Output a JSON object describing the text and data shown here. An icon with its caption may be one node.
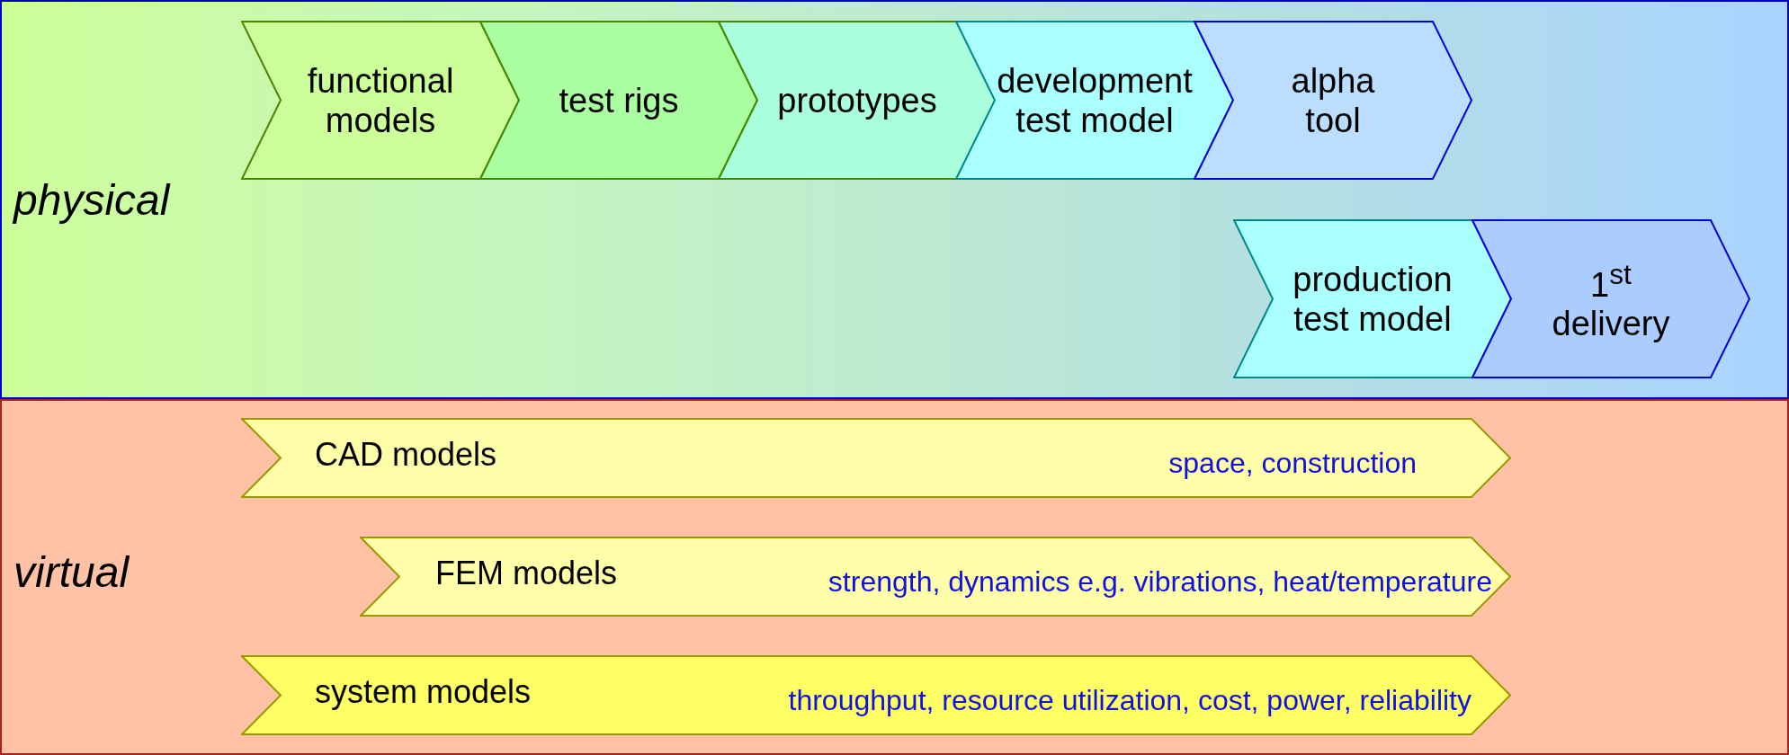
{
  "diagram": {
    "nodes": [
      {
        "text": [
          "physical"
        ]
      },
      {
        "text": [
          "functional models"
        ],
        "in": 0
      },
      {
        "text": [
          "test rigs"
        ],
        "in": 0
      },
      {
        "text": [
          "prototypes"
        ],
        "in": 0
      },
      {
        "text": [
          "development test model"
        ],
        "in": 0
      },
      {
        "text": [
          "alpha tool"
        ],
        "in": 0
      },
      {
        "text": [
          "production test model"
        ],
        "in": 0
      },
      {
        "text": [
          "1$^{st}$ delivery"
        ],
        "in": 0
      },
      {
        "text": [
          "virtual"
        ]
      },
      {
        "text": [
          "CAD models",
          "space, construction"
        ],
        "in": 8
      },
      {
        "text": [
          "FEM models",
          "strength, dynamics e.g. vibrations, heat/temperature"
        ],
        "in": 8
      },
      {
        "text": [
          "system models",
          "throughput, resource utilization, cost, power, reliability"
        ],
        "in": 8
      }
    ]
  }
}
